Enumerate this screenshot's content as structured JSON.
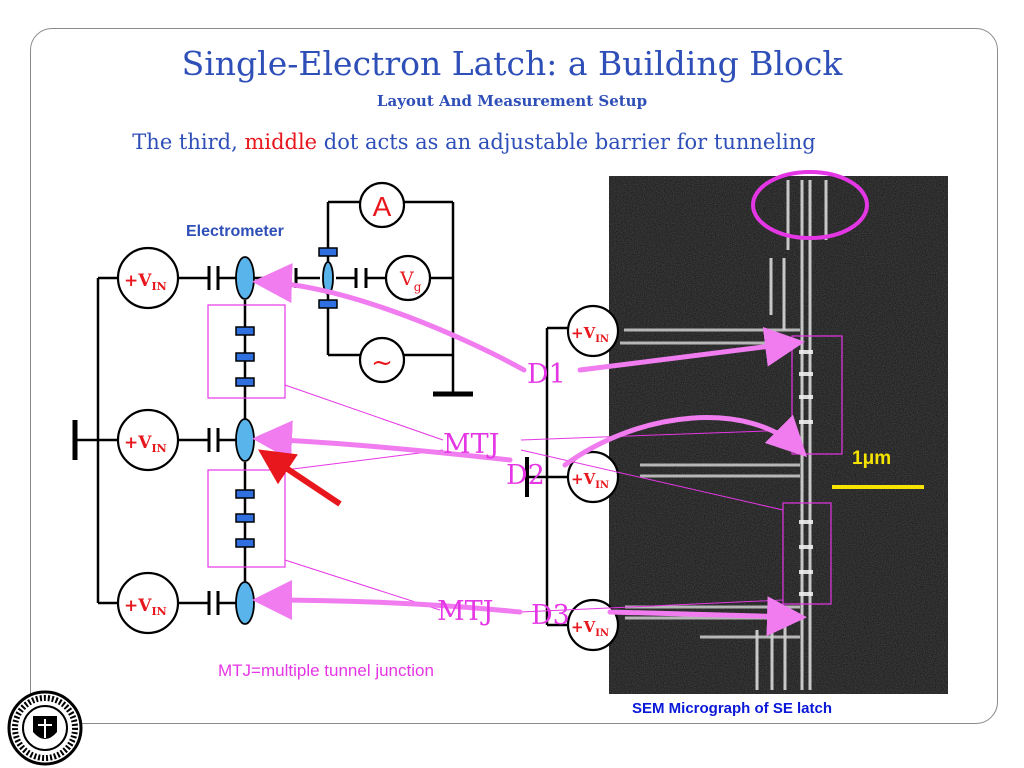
{
  "header": {
    "title": "Single-Electron Latch: a Building Block",
    "subtitle": "Layout And Measurement Setup"
  },
  "lead": {
    "prefix": "The third, ",
    "highlight": "middle",
    "suffix": " dot acts as an adjustable barrier for tunneling"
  },
  "circuit": {
    "electrometer_label": "Electrometer",
    "ammeter_symbol": "A",
    "gate_voltage_main": "V",
    "gate_voltage_sub": "g",
    "ac_source_symbol": "~",
    "input_main": "+V",
    "input_sub": "IN",
    "mtj_label_top": "MTJ",
    "mtj_label_bottom": "MTJ",
    "dot_labels": [
      "D1",
      "D2",
      "D3"
    ],
    "note": "MTJ=multiple tunnel junction"
  },
  "micrograph": {
    "scale_label": "1μm",
    "caption": "SEM Micrograph of SE latch"
  },
  "colors": {
    "title_blue": "#2f4fb8",
    "highlight_red": "#e8171d",
    "arrow_pink": "#f07cf0",
    "label_magenta": "#e536e5",
    "dot_blue": "#5ab4ec",
    "junction_blue": "#2f6fe0",
    "scale_yellow": "#f5e400",
    "caption_blue": "#0a18d8"
  }
}
